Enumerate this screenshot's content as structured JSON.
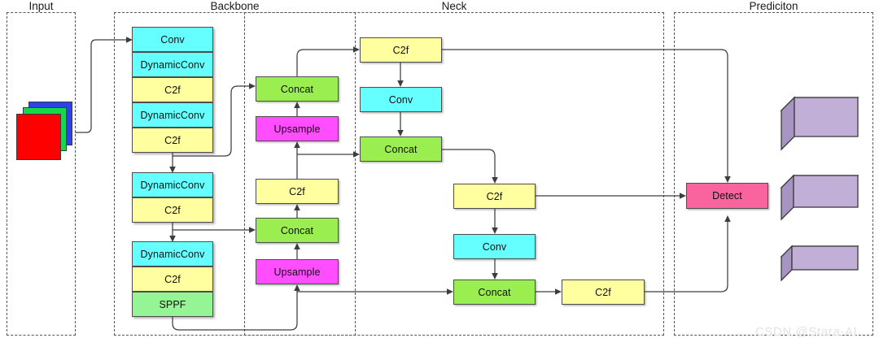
{
  "diagram": {
    "title_watermark": "CSDN @Stara-AI",
    "sections": [
      {
        "key": "input",
        "label": "Input"
      },
      {
        "key": "backbone",
        "label": "Backbone"
      },
      {
        "key": "neck",
        "label": "Neck"
      },
      {
        "key": "prediction",
        "label": "Prediciton"
      }
    ],
    "colors": {
      "conv": "#66ffff",
      "c2f": "#ffffa0",
      "concat": "#9bee4f",
      "upsample": "#ff4dff",
      "sppf": "#95f595",
      "detect": "#f9649e",
      "prediction_box": "#bca8d4",
      "input_red": "#fe0000",
      "input_green": "#13d94b",
      "input_blue": "#2b43e8",
      "border": "#4d4d4d",
      "wire": "#3d3d3d"
    },
    "input": {
      "layers": [
        "blue-channel",
        "green-channel",
        "red-channel"
      ]
    },
    "backbone": {
      "group1": [
        "Conv",
        "DynamicConv",
        "C2f",
        "DynamicConv",
        "C2f"
      ],
      "group2": [
        "DynamicConv",
        "C2f"
      ],
      "group3": [
        "DynamicConv",
        "C2f",
        "SPPF"
      ]
    },
    "neck": {
      "col1": [
        "Concat",
        "Upsample",
        "C2f",
        "Concat",
        "Upsample"
      ],
      "col2_top": "C2f",
      "col2_conv": "Conv",
      "col2_concat": "Concat",
      "col3_c2f": "C2f",
      "col3_conv": "Conv",
      "col3_concat": "Concat",
      "col4_c2f": "C2f"
    },
    "prediction": {
      "detect": "Detect",
      "outputs": [
        "output-large",
        "output-medium",
        "output-small"
      ]
    }
  }
}
